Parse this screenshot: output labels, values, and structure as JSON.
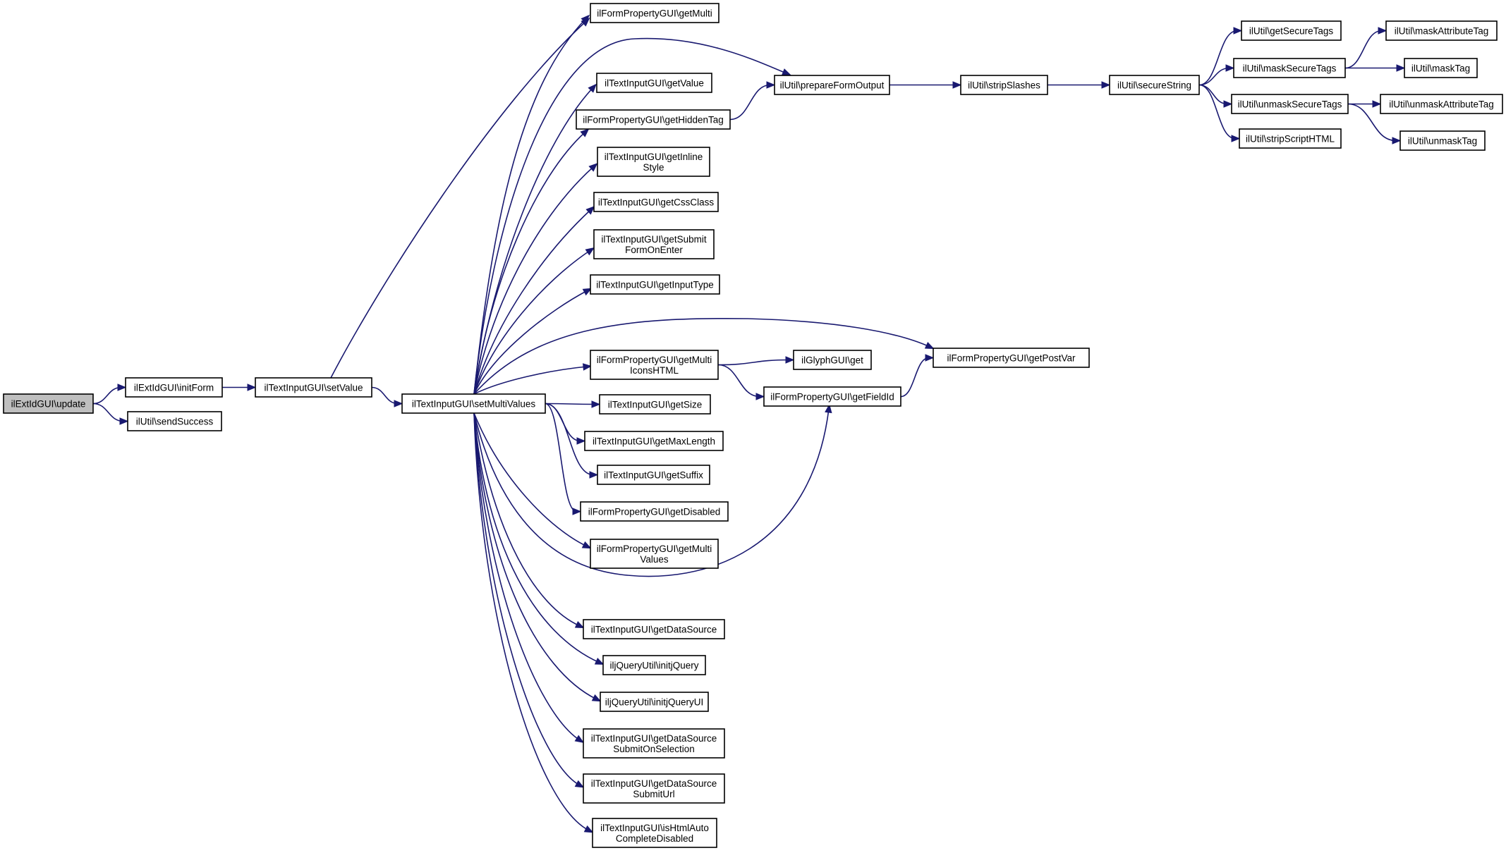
{
  "nodes": [
    {
      "id": "n0",
      "lines": [
        "ilExtIdGUI\\update"
      ],
      "root": true
    },
    {
      "id": "n1",
      "lines": [
        "ilExtIdGUI\\initForm"
      ]
    },
    {
      "id": "n2",
      "lines": [
        "ilUtil\\sendSuccess"
      ]
    },
    {
      "id": "n3",
      "lines": [
        "ilTextInputGUI\\setValue"
      ]
    },
    {
      "id": "n4",
      "lines": [
        "ilFormPropertyGUI\\getMulti"
      ]
    },
    {
      "id": "n5",
      "lines": [
        "ilTextInputGUI\\setMultiValues"
      ]
    },
    {
      "id": "n6",
      "lines": [
        "ilUtil\\prepareFormOutput"
      ]
    },
    {
      "id": "n7",
      "lines": [
        "ilTextInputGUI\\getValue"
      ]
    },
    {
      "id": "n8",
      "lines": [
        "ilFormPropertyGUI\\getHiddenTag"
      ]
    },
    {
      "id": "n9",
      "lines": [
        "ilTextInputGUI\\getInline",
        "Style"
      ]
    },
    {
      "id": "n10",
      "lines": [
        "ilTextInputGUI\\getCssClass"
      ]
    },
    {
      "id": "n11",
      "lines": [
        "ilTextInputGUI\\getSubmit",
        "FormOnEnter"
      ]
    },
    {
      "id": "n12",
      "lines": [
        "ilTextInputGUI\\getInputType"
      ]
    },
    {
      "id": "n13",
      "lines": [
        "ilFormPropertyGUI\\getPostVar"
      ]
    },
    {
      "id": "n14",
      "lines": [
        "ilFormPropertyGUI\\getMulti",
        "IconsHTML"
      ]
    },
    {
      "id": "n15",
      "lines": [
        "ilTextInputGUI\\getSize"
      ]
    },
    {
      "id": "n16",
      "lines": [
        "ilTextInputGUI\\getMaxLength"
      ]
    },
    {
      "id": "n17",
      "lines": [
        "ilTextInputGUI\\getSuffix"
      ]
    },
    {
      "id": "n18",
      "lines": [
        "ilFormPropertyGUI\\getDisabled"
      ]
    },
    {
      "id": "n19",
      "lines": [
        "ilFormPropertyGUI\\getMulti",
        "Values"
      ]
    },
    {
      "id": "n20",
      "lines": [
        "ilFormPropertyGUI\\getFieldId"
      ]
    },
    {
      "id": "n21",
      "lines": [
        "ilTextInputGUI\\getDataSource"
      ]
    },
    {
      "id": "n22",
      "lines": [
        "iljQueryUtil\\initjQuery"
      ]
    },
    {
      "id": "n23",
      "lines": [
        "iljQueryUtil\\initjQueryUI"
      ]
    },
    {
      "id": "n24",
      "lines": [
        "ilTextInputGUI\\getDataSource",
        "SubmitOnSelection"
      ]
    },
    {
      "id": "n25",
      "lines": [
        "ilTextInputGUI\\getDataSource",
        "SubmitUrl"
      ]
    },
    {
      "id": "n26",
      "lines": [
        "ilTextInputGUI\\isHtmlAuto",
        "CompleteDisabled"
      ]
    },
    {
      "id": "n27",
      "lines": [
        "ilGlyphGUI\\get"
      ]
    },
    {
      "id": "n28",
      "lines": [
        "ilUtil\\stripSlashes"
      ]
    },
    {
      "id": "n29",
      "lines": [
        "ilUtil\\secureString"
      ]
    },
    {
      "id": "n30",
      "lines": [
        "ilUtil\\getSecureTags"
      ]
    },
    {
      "id": "n31",
      "lines": [
        "ilUtil\\maskSecureTags"
      ]
    },
    {
      "id": "n32",
      "lines": [
        "ilUtil\\unmaskSecureTags"
      ]
    },
    {
      "id": "n33",
      "lines": [
        "ilUtil\\stripScriptHTML"
      ]
    },
    {
      "id": "n34",
      "lines": [
        "ilUtil\\maskAttributeTag"
      ]
    },
    {
      "id": "n35",
      "lines": [
        "ilUtil\\maskTag"
      ]
    },
    {
      "id": "n36",
      "lines": [
        "ilUtil\\unmaskAttributeTag"
      ]
    },
    {
      "id": "n37",
      "lines": [
        "ilUtil\\unmaskTag"
      ]
    }
  ],
  "edges": [
    [
      "n0",
      "n1"
    ],
    [
      "n0",
      "n2"
    ],
    [
      "n1",
      "n3"
    ],
    [
      "n3",
      "n4"
    ],
    [
      "n3",
      "n5"
    ],
    [
      "n5",
      "n4"
    ],
    [
      "n5",
      "n6"
    ],
    [
      "n5",
      "n7"
    ],
    [
      "n5",
      "n8"
    ],
    [
      "n5",
      "n9"
    ],
    [
      "n5",
      "n10"
    ],
    [
      "n5",
      "n11"
    ],
    [
      "n5",
      "n12"
    ],
    [
      "n5",
      "n13"
    ],
    [
      "n5",
      "n14"
    ],
    [
      "n5",
      "n15"
    ],
    [
      "n5",
      "n16"
    ],
    [
      "n5",
      "n17"
    ],
    [
      "n5",
      "n18"
    ],
    [
      "n5",
      "n19"
    ],
    [
      "n5",
      "n20"
    ],
    [
      "n5",
      "n21"
    ],
    [
      "n5",
      "n22"
    ],
    [
      "n5",
      "n23"
    ],
    [
      "n5",
      "n24"
    ],
    [
      "n5",
      "n25"
    ],
    [
      "n5",
      "n26"
    ],
    [
      "n8",
      "n6"
    ],
    [
      "n14",
      "n27"
    ],
    [
      "n14",
      "n20"
    ],
    [
      "n20",
      "n13"
    ],
    [
      "n6",
      "n28"
    ],
    [
      "n28",
      "n29"
    ],
    [
      "n29",
      "n30"
    ],
    [
      "n29",
      "n31"
    ],
    [
      "n29",
      "n32"
    ],
    [
      "n29",
      "n33"
    ],
    [
      "n31",
      "n34"
    ],
    [
      "n31",
      "n35"
    ],
    [
      "n32",
      "n36"
    ],
    [
      "n32",
      "n37"
    ]
  ]
}
